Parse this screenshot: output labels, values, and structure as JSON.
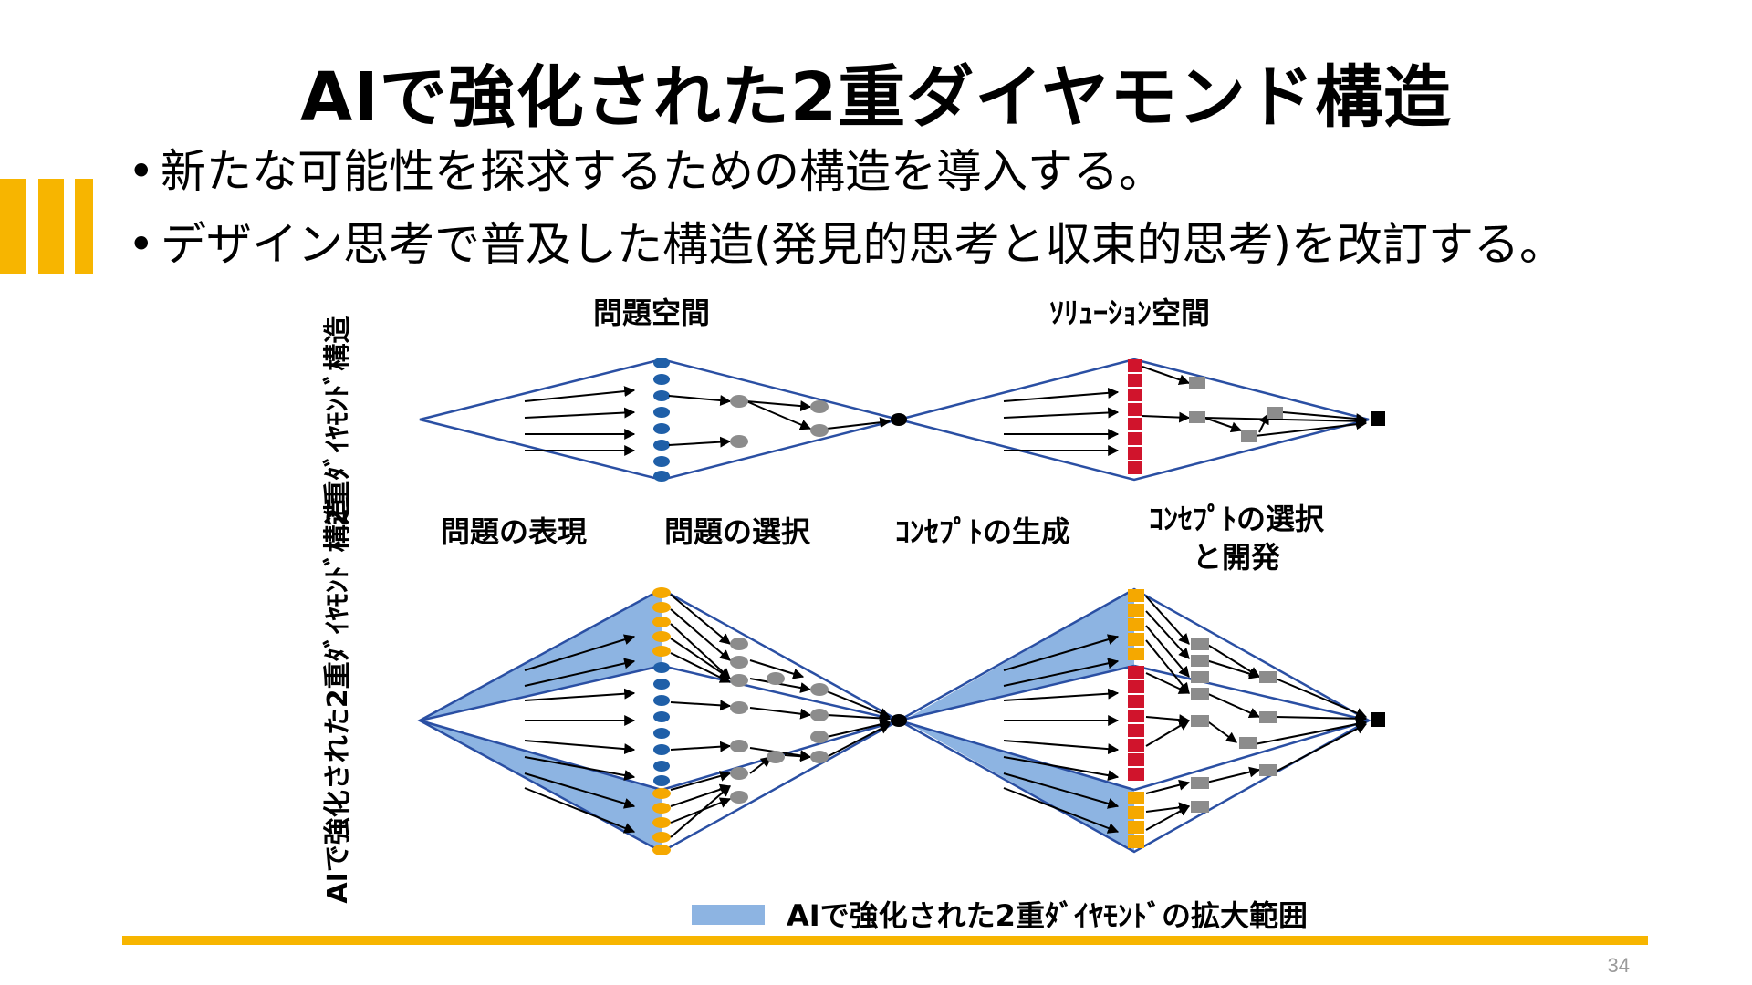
{
  "title": "AIで強化された2重ダイヤモンド構造",
  "bullets": [
    "新たな可能性を探求するための構造を導入する。",
    "デザイン思考で普及した構造(発見的思考と収束的思考)を改訂する。"
  ],
  "diagram": {
    "top_labels": {
      "problem_space": "問題空間",
      "solution_space": "ｿﾘｭｰｼｮﾝ空間"
    },
    "row_labels": {
      "standard": "2重ﾀﾞｲﾔﾓﾝﾄﾞ構造",
      "ai": "AIで強化された2重ﾀﾞｲﾔﾓﾝﾄﾞ構造"
    },
    "phase_labels": {
      "problem_representation": "問題の表現",
      "problem_selection": "問題の選択",
      "concept_generation": "ｺﾝｾﾌﾟﾄの生成",
      "concept_selection_line1": "ｺﾝｾﾌﾟﾄの選択",
      "concept_selection_line2": "と開発"
    },
    "legend": "AIで強化された2重ﾀﾞｲﾔﾓﾝﾄﾞの拡大範囲",
    "colors": {
      "outline": "#2a4fa3",
      "shaded": "#8db4e2",
      "problem_dots": "#1f5fa8",
      "ai_dots": "#f5a800",
      "solution_squares": "#d0142c",
      "concept_nodes": "#8c8c8c",
      "accent": "#f7b500"
    }
  },
  "page_number": "34"
}
